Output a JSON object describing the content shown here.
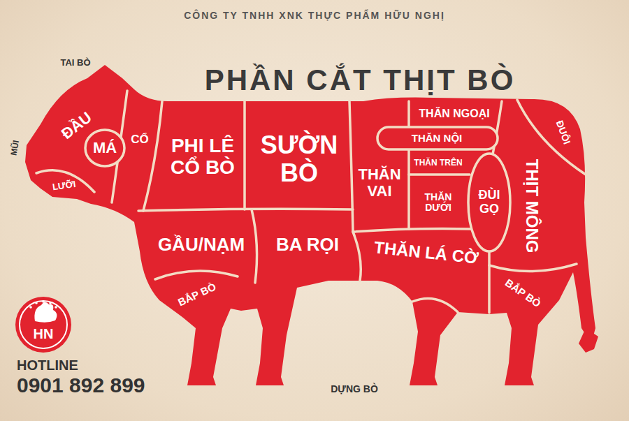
{
  "diagram": {
    "title": "PHẦN CẮT THỊT BÒ",
    "nodes": [
      {
        "text": [
          "ĐẦU"
        ]
      },
      {
        "text": [
          "MÁ"
        ]
      },
      {
        "text": [
          "CỔ"
        ]
      },
      {
        "text": [
          "LƯỠI"
        ]
      },
      {
        "text": [
          "PHI LÊ CỔ BÒ"
        ]
      },
      {
        "text": [
          "SƯỜN BÒ"
        ]
      },
      {
        "text": [
          "THĂN VAI"
        ]
      },
      {
        "text": [
          "THĂN NGOẠI"
        ]
      },
      {
        "text": [
          "THĂN NỘI"
        ]
      },
      {
        "text": [
          "THĂN TRÊN"
        ]
      },
      {
        "text": [
          "THĂN DƯỚI"
        ]
      },
      {
        "text": [
          "ĐÙI GỌ"
        ]
      },
      {
        "text": [
          "ĐUÔI"
        ]
      },
      {
        "text": [
          "THỊT MÔNG"
        ]
      },
      {
        "text": [
          "GẦU/NẠM"
        ]
      },
      {
        "text": [
          "BA RỌI"
        ]
      },
      {
        "text": [
          "THĂN LÁ CỜ"
        ]
      },
      {
        "text": [
          "BẮP BÒ"
        ]
      },
      {
        "text": [
          "BẮP BÒ"
        ]
      }
    ],
    "labels": [
      "CÔNG TY TNHH XNK THỰC PHẨM HỮU NGHỊ",
      "TAI BÒ",
      "MŨI",
      "HN",
      "HOTLINE",
      "0901 892 899",
      "DỰNG BÒ"
    ]
  }
}
